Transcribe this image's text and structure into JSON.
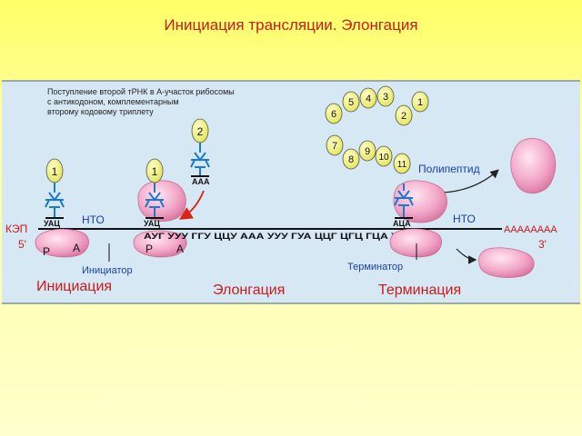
{
  "slide": {
    "title": "Инициация трансляции. Элонгация"
  },
  "caption": {
    "line1": "Поступление второй тРНК в А-участок рибосомы",
    "line2": "с антикодоном, комплементарным",
    "line3": "второму кодовому триплету"
  },
  "mrna": {
    "cap": "КЭП",
    "five_prime": "5'",
    "three_prime": "3'",
    "poly_a": "АААААААА",
    "sequence": "АУГ УУУ ГГУ ЦЦУ ААА УУУ ГУА ЦЦГ ЦГЦ ГЦА УГУ УАА"
  },
  "labels": {
    "nto_left": "НТО",
    "nto_right": "НТО",
    "initiator": "Инициатор",
    "terminator": "Терминатор",
    "polypeptide": "Полипептид",
    "site_p": "Р",
    "site_a": "А"
  },
  "trna": {
    "initiator_anticodon": "УАЦ",
    "elong_p_anticodon": "УАЦ",
    "incoming_anticodon": "ААА",
    "termination_anticodon": "АЦА",
    "aa_init": "1",
    "aa_p": "1",
    "aa_incoming": "2"
  },
  "stages": {
    "initiation": "Инициация",
    "elongation": "Элонгация",
    "termination": "Терминация"
  },
  "chain": [
    "5",
    "4",
    "3",
    "1",
    "6",
    "2",
    "7",
    "9",
    "10",
    "8",
    "11"
  ],
  "colors": {
    "title": "#cc1a1a",
    "stage_text": "#cc1a1a",
    "label_blue": "#1a3ea8",
    "ribosome": "#f3a9c9",
    "amino_acid": "#f2f27a",
    "trna": "#1a7ad0"
  }
}
